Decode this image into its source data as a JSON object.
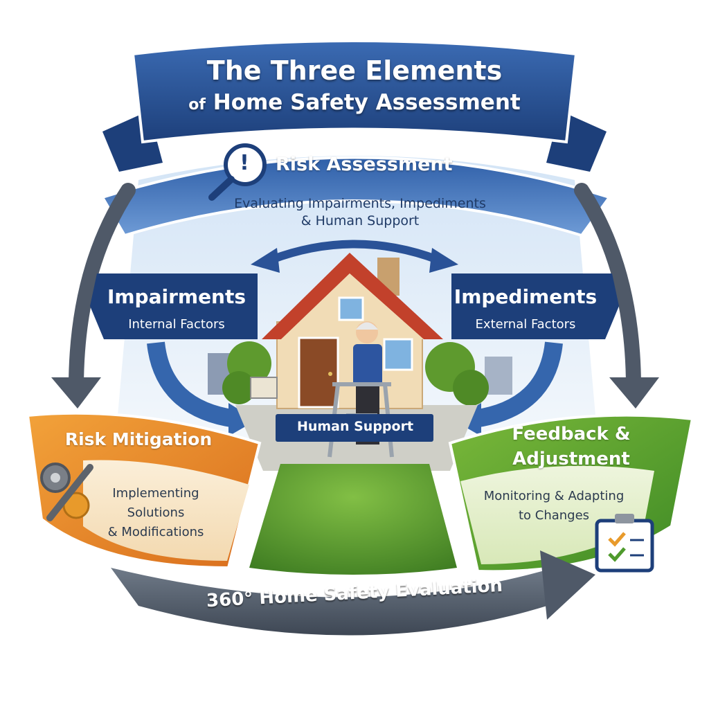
{
  "title": {
    "line1": "The Three Elements",
    "line2_prefix": "of",
    "line2_main": "Home Safety Assessment"
  },
  "risk_assessment": {
    "title": "Risk Assessment",
    "description_line1": "Evaluating Impairments, Impediments",
    "description_line2": "& Human Support"
  },
  "impairments": {
    "title": "Impairments",
    "subtitle": "Internal Factors"
  },
  "impediments": {
    "title": "Impediments",
    "subtitle": "External Factors"
  },
  "human_support": {
    "label": "Human Support"
  },
  "risk_mitigation": {
    "title": "Risk Mitigation",
    "description_lines": [
      "Implementing",
      "Solutions",
      "& Modifications"
    ]
  },
  "feedback_adjustment": {
    "title_lines": [
      "Feedback &",
      "Adjustment"
    ],
    "description_lines": [
      "Monitoring & Adapting",
      "to Changes"
    ]
  },
  "bottom_banner": {
    "label": "360° Home Safety Evaluation"
  },
  "icons": {
    "risk": "magnifier-exclamation-icon",
    "mitigation": "gear-wrench-icon",
    "feedback": "clipboard-checklist-icon"
  },
  "colors": {
    "navy": "#1d3f7a",
    "blue": "#3566ad",
    "orange": "#e8892a",
    "green": "#5a9a2e",
    "grass": "#5f9c2c"
  }
}
